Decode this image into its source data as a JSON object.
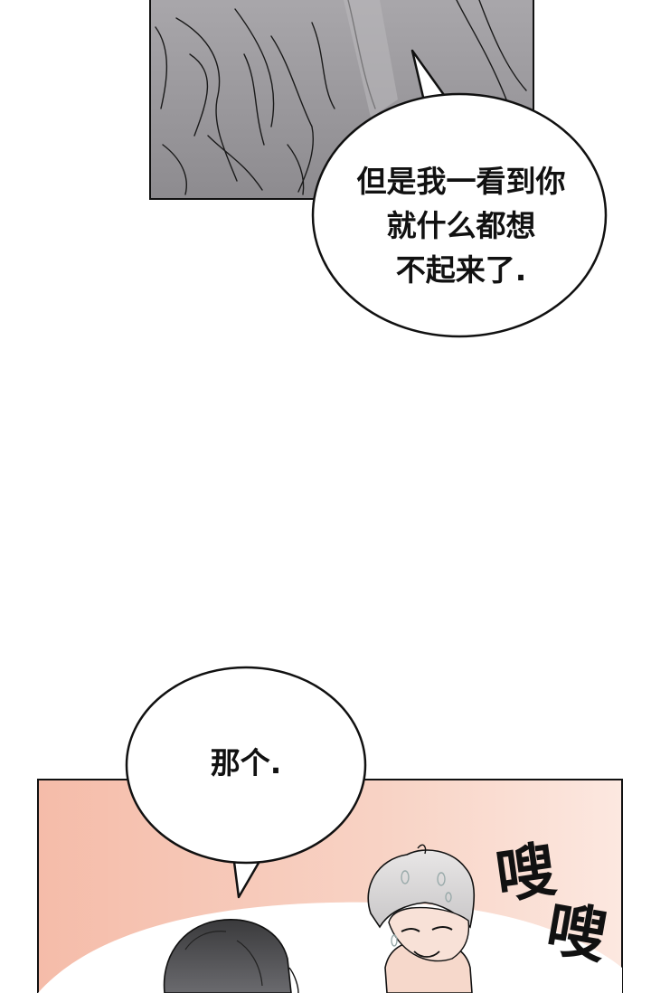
{
  "panels": {
    "top": {
      "name": "gray-panel"
    },
    "bottom": {
      "name": "peach-panel"
    }
  },
  "bubbles": {
    "first": {
      "lines": [
        "但是我一看到你",
        "就什么都想",
        "不起来了."
      ]
    },
    "second": {
      "lines": [
        "那个."
      ]
    }
  },
  "sfx": {
    "first": "嗖",
    "second": "嗖"
  },
  "colors": {
    "gray_panel_top": "#a6a4a8",
    "gray_panel_bottom": "#8c8a8e",
    "peach_panel_left": "#f6c1b0",
    "peach_panel_right": "#fbe3da",
    "ink": "#111111"
  }
}
